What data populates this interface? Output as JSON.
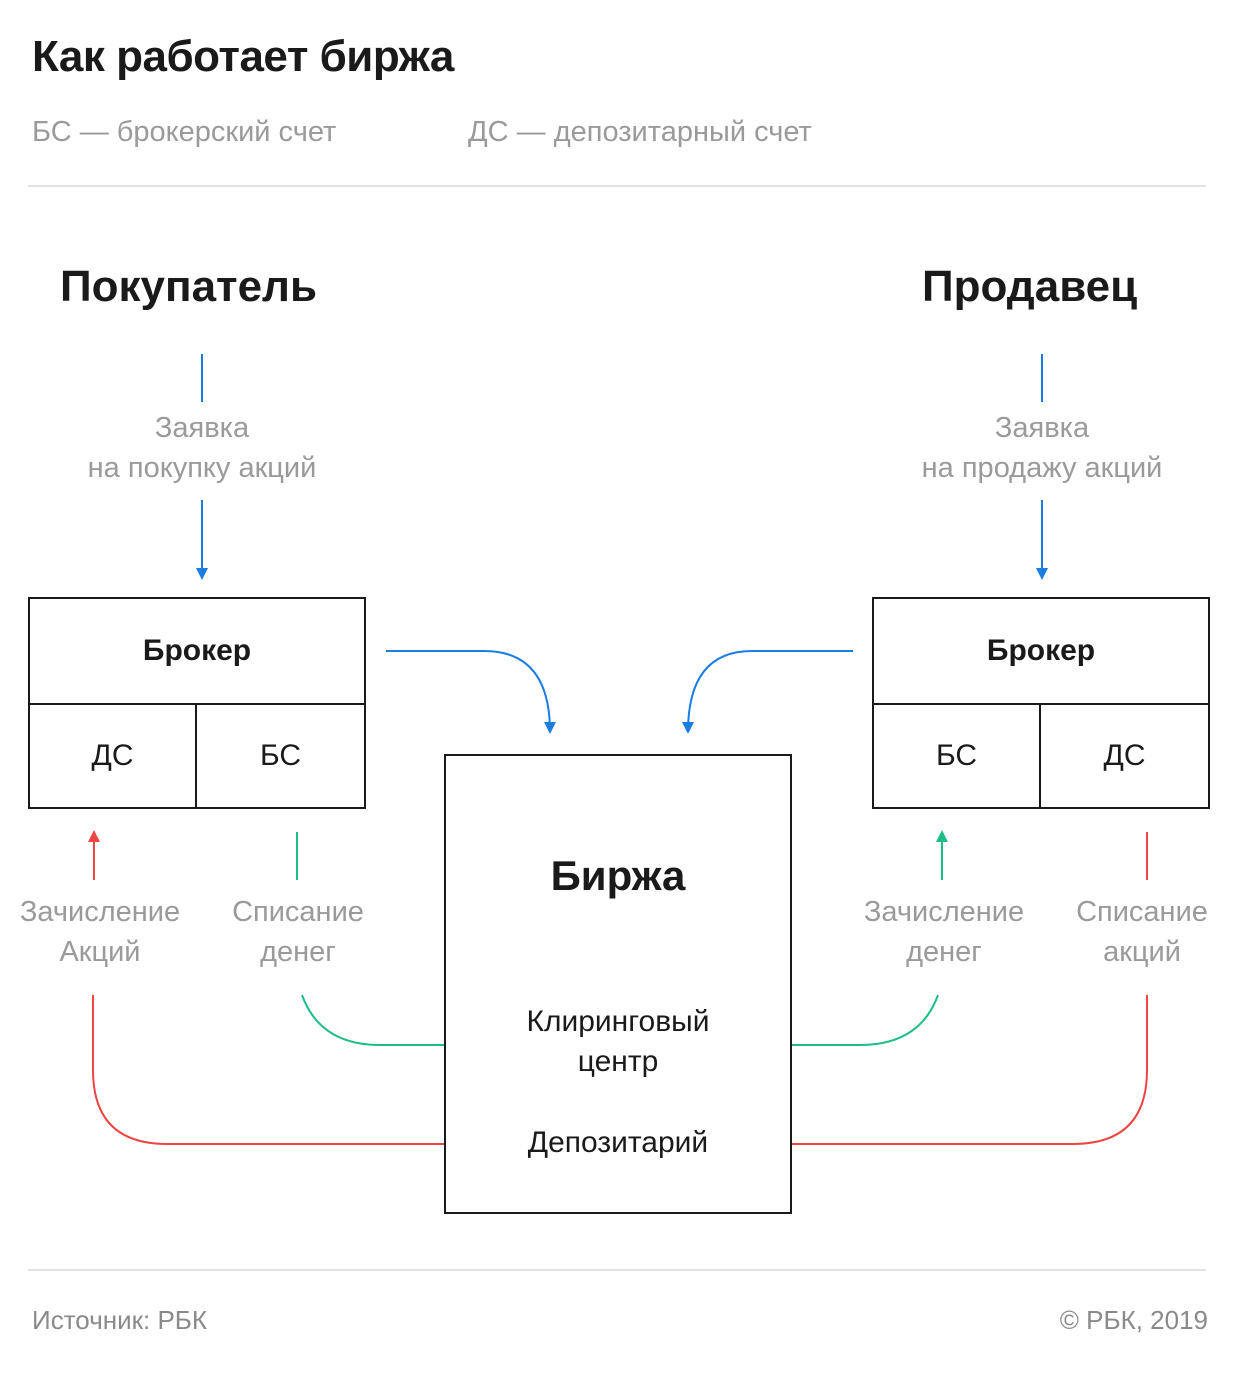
{
  "title": "Как работает биржа",
  "legend": {
    "bs": "БС — брокерский счет",
    "ds": "ДС — депозитарный счет"
  },
  "buyer": {
    "heading": "Покупатель",
    "order_label": "Заявка\nна покупку акций",
    "broker_label": "Брокер",
    "account_left": "ДС",
    "account_right": "БС",
    "credit_label": "Зачисление\nАкций",
    "debit_label": "Списание\nденег"
  },
  "seller": {
    "heading": "Продавец",
    "order_label": "Заявка\nна продажу акций",
    "broker_label": "Брокер",
    "account_left": "БС",
    "account_right": "ДС",
    "credit_label": "Зачисление\nденег",
    "debit_label": "Списание\nакций"
  },
  "exchange": {
    "title": "Биржа",
    "clearing": "Клиринговый\nцентр",
    "depository": "Депозитарий"
  },
  "footer": {
    "source": "Источник: РБК",
    "copyright": "© РБК, 2019"
  },
  "colors": {
    "order_flow": "#1a7ee0",
    "money_flow": "#1dbd8a",
    "shares_flow": "#ef4444",
    "border": "#1a1a1a",
    "muted_text": "#9a9a9a"
  }
}
